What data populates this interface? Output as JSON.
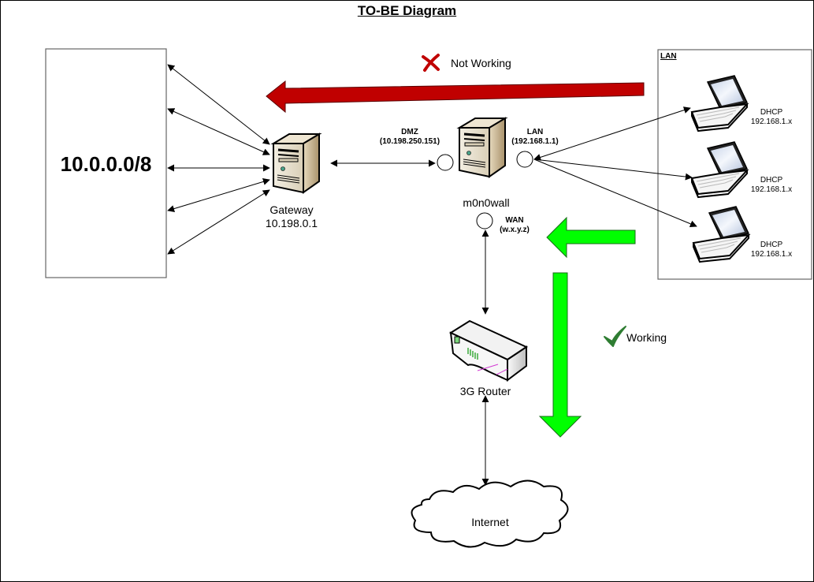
{
  "title": "TO-BE Diagram",
  "network_box": {
    "label": "10.0.0.0/8"
  },
  "gateway": {
    "name": "Gateway",
    "ip": "10.198.0.1"
  },
  "firewall": {
    "name": "m0n0wall",
    "dmz": {
      "label": "DMZ",
      "ip": "(10.198.250.151)"
    },
    "lan": {
      "label": "LAN",
      "ip": "(192.168.1.1)"
    },
    "wan": {
      "label": "WAN",
      "ip": "(w.x.y.z)"
    }
  },
  "lan_group": {
    "title": "LAN",
    "clients": [
      {
        "mode": "DHCP",
        "ip": "192.168.1.x"
      },
      {
        "mode": "DHCP",
        "ip": "192.168.1.x"
      },
      {
        "mode": "DHCP",
        "ip": "192.168.1.x"
      }
    ]
  },
  "router": {
    "name": "3G Router"
  },
  "cloud": {
    "name": "Internet"
  },
  "status": {
    "not_working": {
      "label": "Not Working",
      "icon": "x-mark-icon",
      "color": "#c00000"
    },
    "working": {
      "label": "Working",
      "icon": "check-mark-icon",
      "color": "#2e7d32"
    }
  },
  "flow_colors": {
    "failed_path": "#c00000",
    "working_path": "#00ff00"
  }
}
